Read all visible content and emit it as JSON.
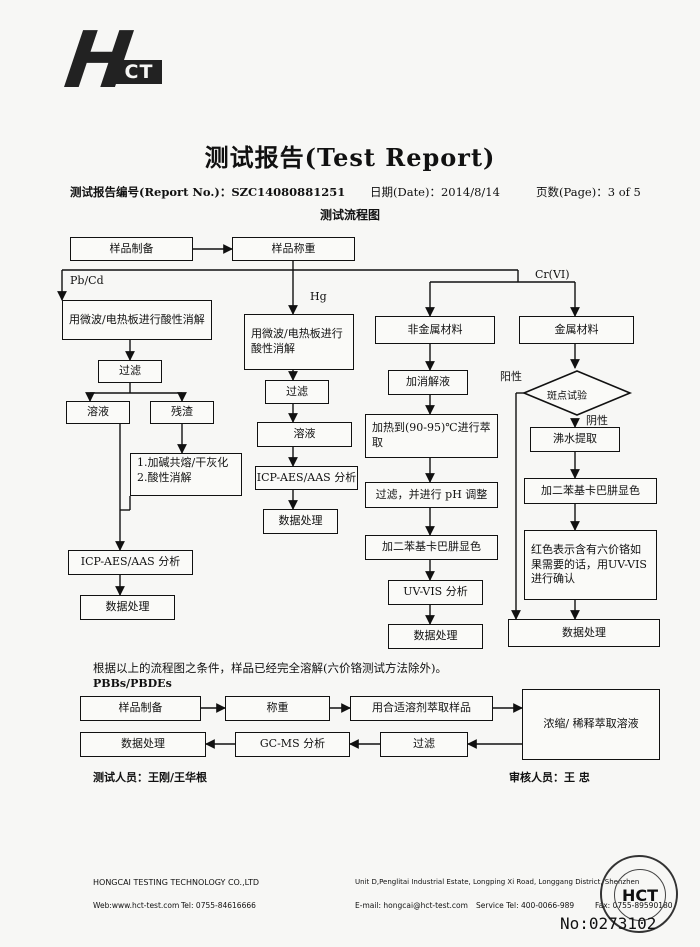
{
  "header": {
    "logo_main": "H",
    "logo_sub": "CT",
    "title": "测试报告(Test Report)",
    "report_no": "测试报告编号(Report No.)：SZC14080881251",
    "date": "日期(Date)：2014/8/14",
    "page": "页数(Page)：3 of 5",
    "subtitle": "测试流程图"
  },
  "flow": {
    "sample_prep": "样品制备",
    "weigh": "样品称重",
    "label_pbcd": "Pb/Cd",
    "label_hg": "Hg",
    "label_cr": "Cr(VI)",
    "pb_digest": "用微波/电热板进行酸性消解",
    "pb_filter": "过滤",
    "pb_solution": "溶液",
    "pb_residue": "残渣",
    "pb_residue_step1": "1.加碱共熔/干灰化",
    "pb_residue_step2": "2.酸性消解",
    "pb_icp": "ICP-AES/AAS 分析",
    "pb_data": "数据处理",
    "hg_digest": "用微波/电热板进行酸性消解",
    "hg_filter": "过滤",
    "hg_solution": "溶液",
    "hg_icp": "ICP-AES/AAS 分析",
    "hg_data": "数据处理",
    "nonmetal": "非金属材料",
    "add_digest": "加消解液",
    "heat_extract": "加热到(90-95)℃进行萃取",
    "filter_ph": "过滤，并进行 pH 调整",
    "nm_color": "加二苯基卡巴肼显色",
    "uvvis": "UV-VIS 分析",
    "nm_data": "数据处理",
    "metal": "金属材料",
    "spot_test": "斑点试验",
    "positive": "阳性",
    "negative": "阴性",
    "boil_extract": "沸水提取",
    "m_color": "加二苯基卡巴肼显色",
    "m_confirm": "红色表示含有六价铬如果需要的话，用UV-VIS 进行确认",
    "m_data": "数据处理"
  },
  "note": "根据以上的流程图之条件，样品已经完全溶解(六价铬测试方法除外)。",
  "pbb": {
    "label": "PBBs/PBDEs",
    "prep": "样品制备",
    "weigh": "称重",
    "extract": "用合适溶剂萃取样品",
    "concentrate": "浓缩/ 稀释萃取溶液",
    "filter": "过滤",
    "gcms": "GC-MS 分析",
    "data": "数据处理"
  },
  "staff": {
    "tester": "测试人员：王刚/王华根",
    "reviewer": "审核人员：王 忠"
  },
  "footer": {
    "company": "HONGCAI TESTING TECHNOLOGY CO.,LTD",
    "web": "Web:www.hct-test.com",
    "tel": "Tel: 0755-84616666",
    "address": "Unit D,Penglitai Industrial Estate, Longping Xi Road, Longgang District, Shenzhen",
    "email": "E-mail: hongcai@hct-test.com",
    "service": "Service Tel: 400-0066-989",
    "fax": "Fax: 0755-89590180",
    "serial": "No:0273102",
    "stamp_text": "HCT"
  }
}
